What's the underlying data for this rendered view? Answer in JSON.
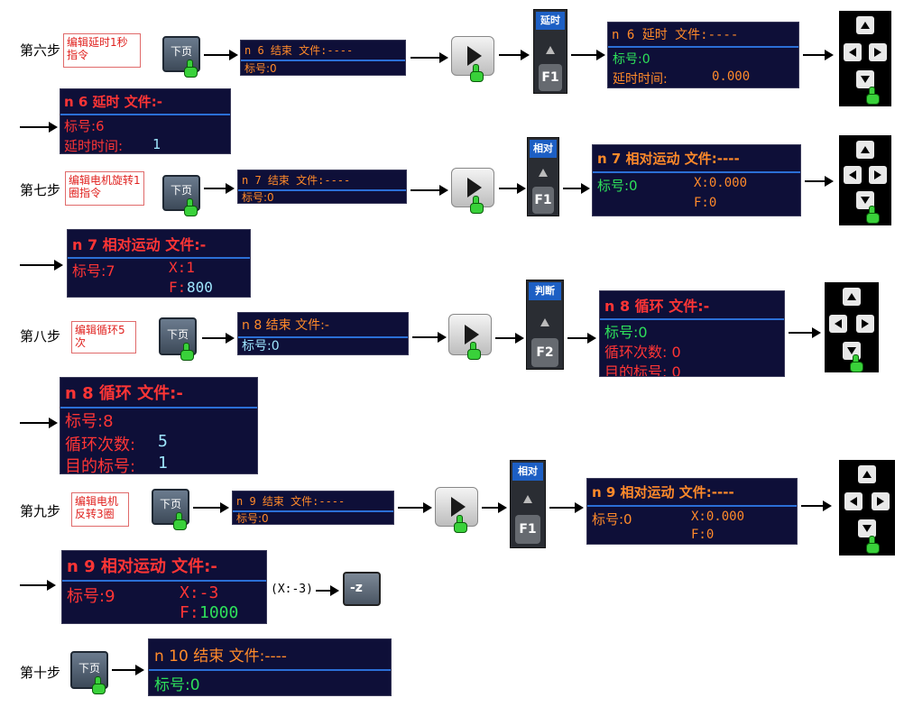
{
  "steps": {
    "s6": {
      "label": "第六步",
      "note": "编辑延时1秒指令",
      "button": "下页",
      "lcd1": {
        "hdr": "n  6   结束   文件:----",
        "r1": "标号:0"
      },
      "fpanel": {
        "tag": "延时",
        "key": "F1"
      },
      "lcd2": {
        "hdr": "n  6    延时    文件:----",
        "r1": "标号:0",
        "r2a": "延时时间:",
        "r2b": "0.000"
      },
      "lcd3": {
        "hdr": "n  6   延时   文件:-",
        "r1": "标号:6",
        "r2a": "延时时间:",
        "r2b": "1"
      }
    },
    "s7": {
      "label": "第七步",
      "note": "编辑电机旋转1圈指令",
      "button": "下页",
      "lcd1": {
        "hdr": "n  7   结束   文件:----",
        "r1": "标号:0"
      },
      "fpanel": {
        "tag": "相对",
        "key": "F1"
      },
      "lcd2": {
        "hdr": "n  7 相对运动 文件:----",
        "r1": "标号:0",
        "r1b": "X:0.000",
        "r2": "F:0"
      },
      "lcd3": {
        "hdr": "n  7 相对运动 文件:-",
        "r1": "标号:7",
        "r1b": "X:1",
        "r2a": "F:",
        "r2b": "800"
      }
    },
    "s8": {
      "label": "第八步",
      "note": "编辑循环5次",
      "button": "下页",
      "lcd1": {
        "hdr": "n  8   结束   文件:-",
        "r1": "标号:0"
      },
      "fpanel": {
        "tag": "判断",
        "key": "F2"
      },
      "lcd2": {
        "hdr": "n  8    循环    文件:-",
        "r1": "标号:0",
        "r2": "循环次数: 0",
        "r3": "目的标号: 0"
      },
      "lcd3": {
        "hdr": "n  8    循环    文件:-",
        "r1": "标号:8",
        "r2a": "循环次数:",
        "r2b": "5",
        "r3a": "目的标号:",
        "r3b": "1"
      }
    },
    "s9": {
      "label": "第九步",
      "note": "编辑电机反转3圈",
      "button": "下页",
      "lcd1": {
        "hdr": "n  9   结束   文件:----",
        "r1": "标号:0"
      },
      "fpanel": {
        "tag": "相对",
        "key": "F1"
      },
      "lcd2": {
        "hdr": "n  9 相对运动 文件:----",
        "r1": "标号:0",
        "r1b": "X:0.000",
        "r2": "F:0"
      },
      "lcd3": {
        "hdr": "n  9 相对运动 文件:-",
        "r1": "标号:9",
        "r1b": "X:-3",
        "r2a": "F:",
        "r2b": "1000"
      },
      "xnote": "(X:-3)",
      "minus_key": "-z"
    },
    "s10": {
      "label": "第十步",
      "button": "下页",
      "lcd1": {
        "hdr": "n 10   结束   文件:----",
        "r1": "标号:0"
      }
    }
  },
  "colors": {
    "lcd_bg": "#0e0f38",
    "accent": "#2b6fd6",
    "orange": "#ff8a2a",
    "red": "#ff3535",
    "green": "#2ee05a"
  },
  "icons": [
    "hand-pointer-icon",
    "play-icon",
    "up-arrow-icon",
    "down-arrow-icon",
    "left-arrow-icon",
    "right-arrow-icon"
  ]
}
